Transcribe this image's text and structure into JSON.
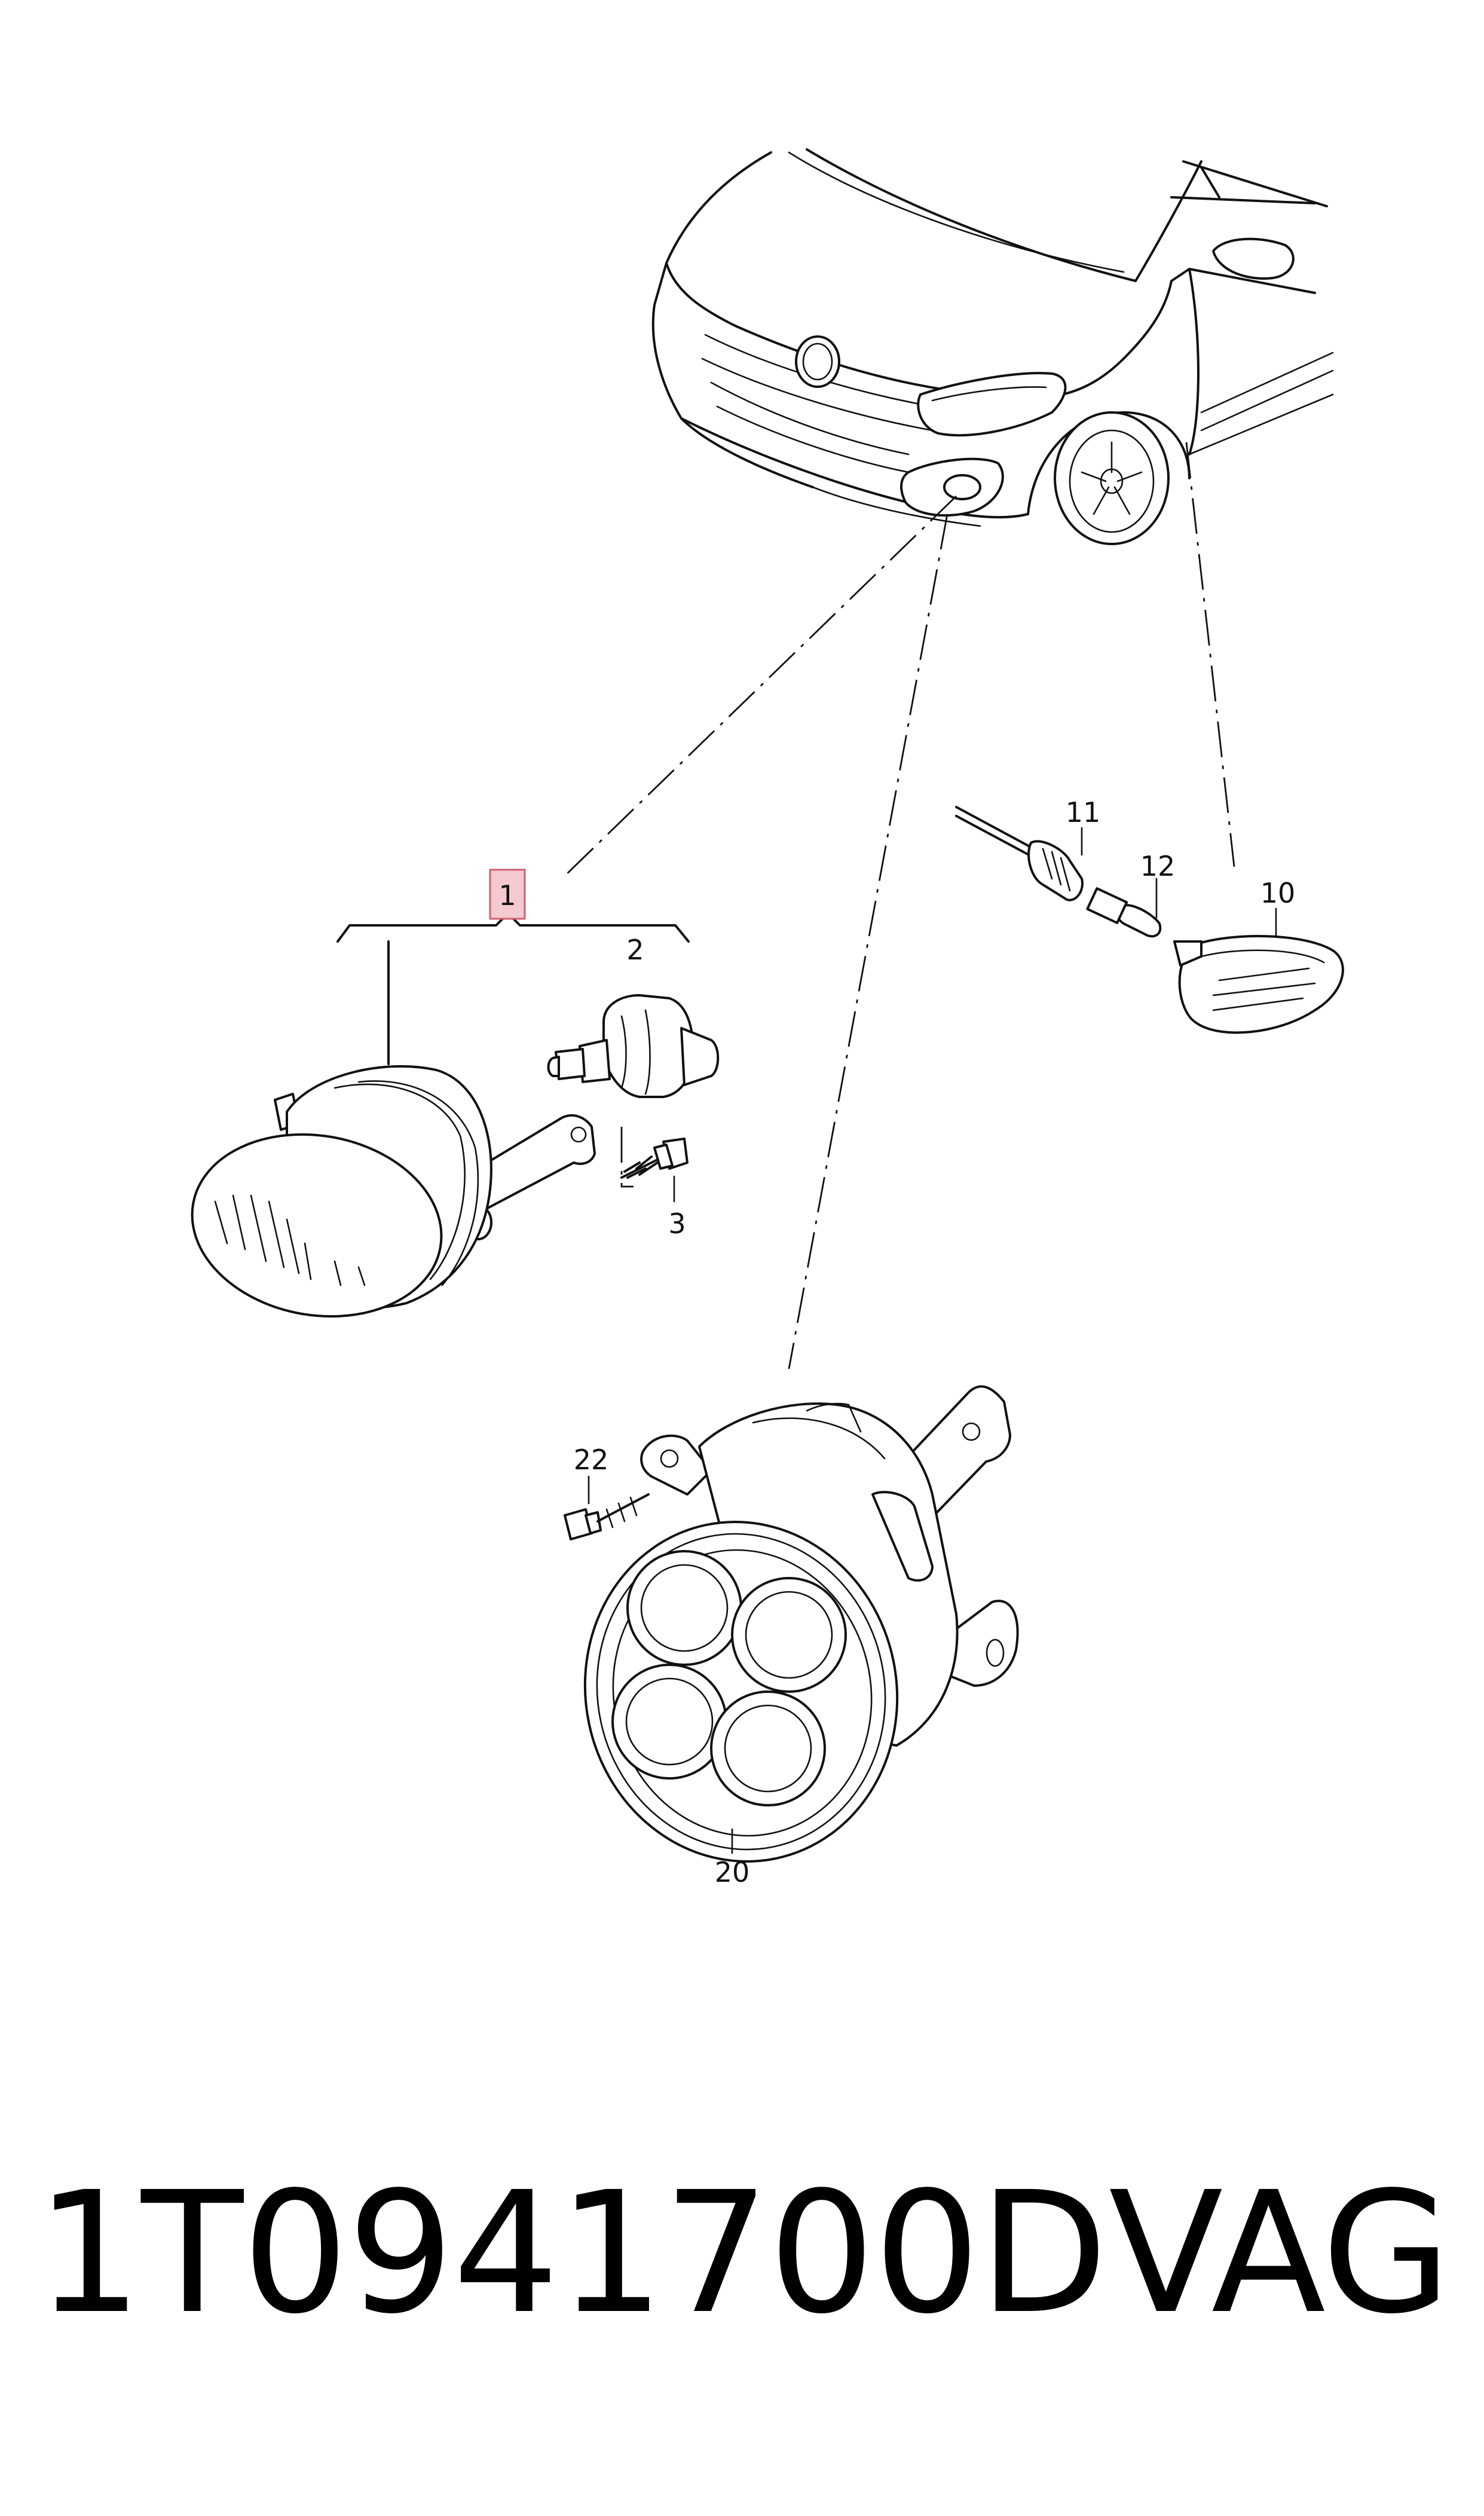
{
  "diagram": {
    "callouts": {
      "c1": "1",
      "c2": "2",
      "c3": "3",
      "c10": "10",
      "c11": "11",
      "c12": "12",
      "c20": "20",
      "c22": "22"
    },
    "highlight_color": "#f4c9cf",
    "highlight_border": "#d06070"
  },
  "footer": {
    "part_number": "1T0941700D",
    "brand": "VAG"
  }
}
